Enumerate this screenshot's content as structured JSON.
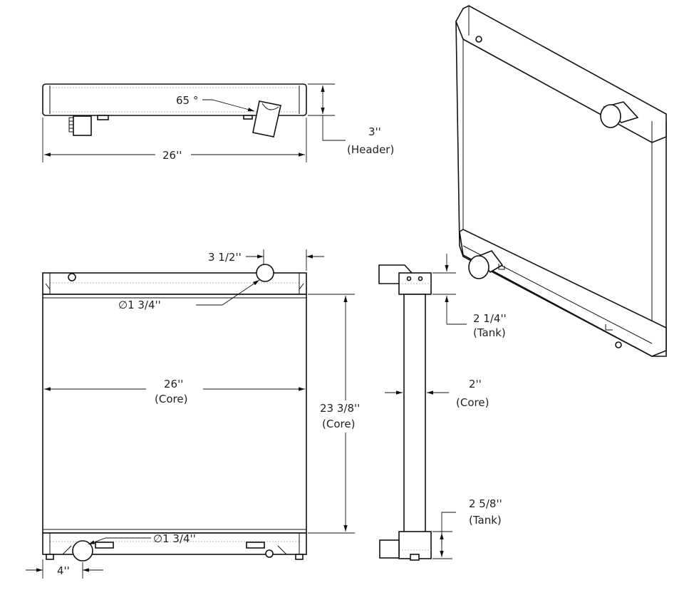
{
  "top_view": {
    "width_label": "26''",
    "angle_label": "65 °",
    "header_value": "3''",
    "header_caption": "(Header)"
  },
  "front_view": {
    "inlet_offset_label": "3 1/2''",
    "inlet_dia_label": "∅1 3/4''",
    "core_width_value": "26''",
    "core_width_caption": "(Core)",
    "core_height_value": "23 3/8''",
    "core_height_caption": "(Core)",
    "outlet_dia_label": "∅1 3/4''",
    "outlet_offset_label": "4''"
  },
  "side_view": {
    "top_tank_value": "2 1/4''",
    "top_tank_caption": "(Tank)",
    "core_depth_value": "2''",
    "core_depth_caption": "(Core)",
    "bottom_tank_value": "2 5/8''",
    "bottom_tank_caption": "(Tank)"
  }
}
